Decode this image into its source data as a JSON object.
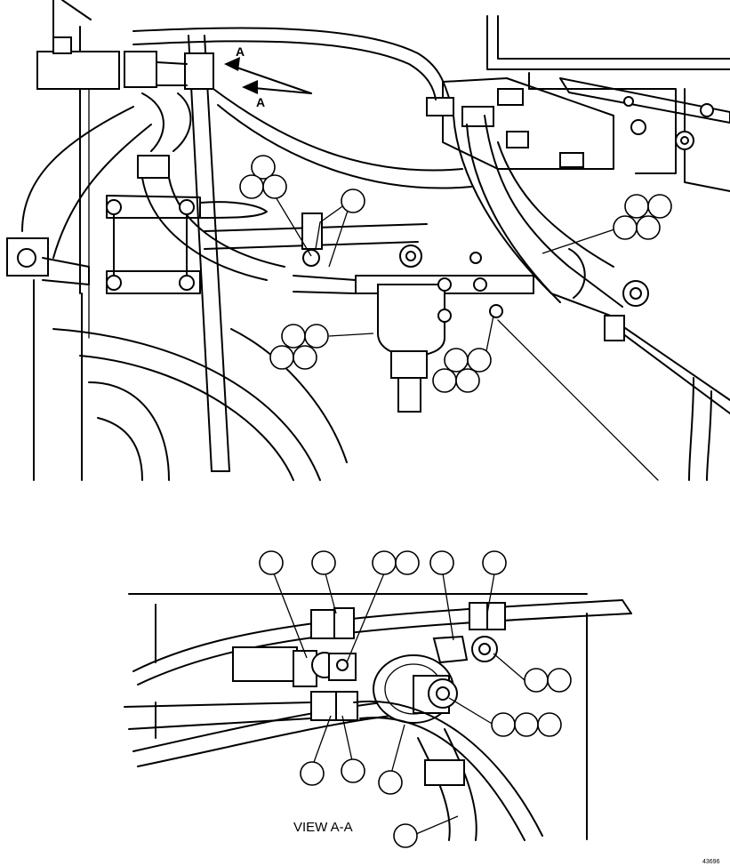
{
  "section_marker": "A",
  "view_label": "VIEW A-A",
  "figure_id": "43696"
}
